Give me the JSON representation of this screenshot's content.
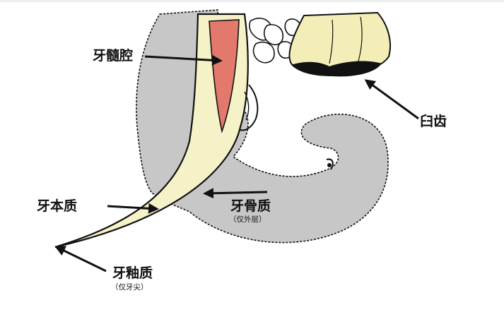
{
  "diagram": {
    "labels": {
      "pulp_cavity": "牙髓腔",
      "molar": "臼齿",
      "dentin": "牙本质",
      "cementum": "牙骨质",
      "cementum_note": "（仅外层）",
      "enamel": "牙釉质",
      "enamel_note": "（仅牙尖）"
    },
    "colors": {
      "bone_gray": "#c7c7c7",
      "dentin_cream": "#f6f2c8",
      "pulp_red": "#e3786d",
      "molar_cream": "#f3eeb8",
      "outline": "#111111"
    }
  }
}
